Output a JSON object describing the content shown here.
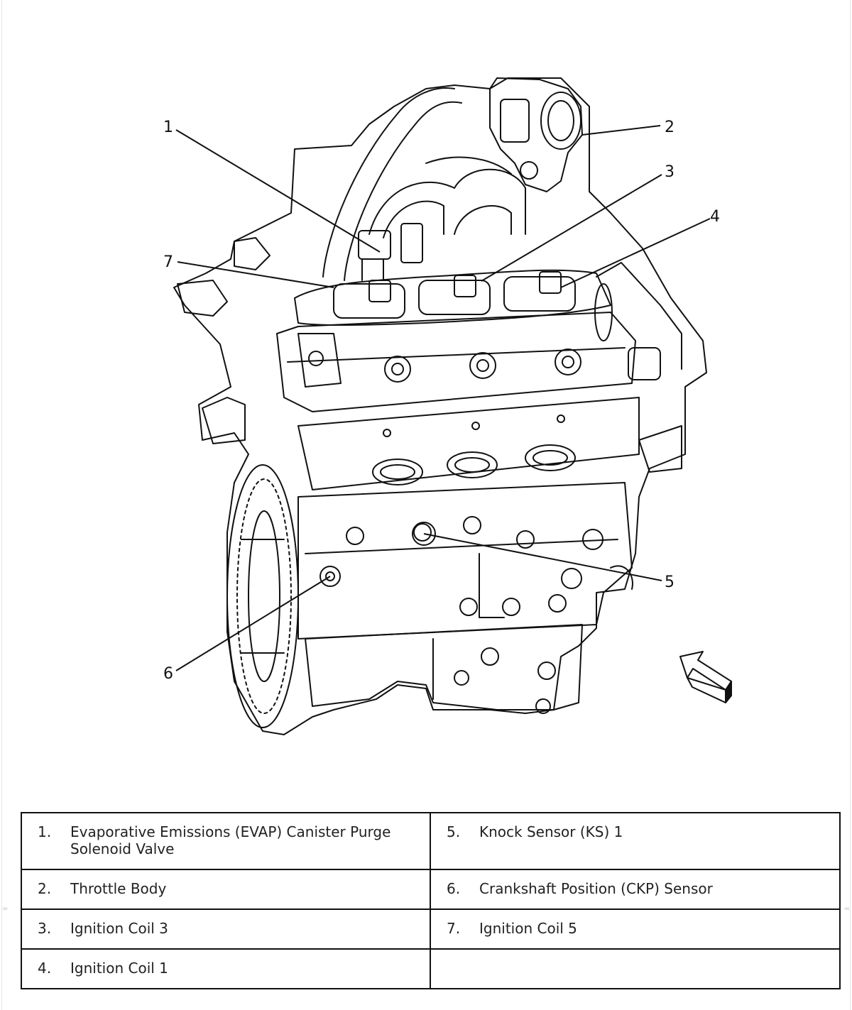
{
  "callouts": [
    {
      "num": "1"
    },
    {
      "num": "2"
    },
    {
      "num": "3"
    },
    {
      "num": "4"
    },
    {
      "num": "5"
    },
    {
      "num": "6"
    },
    {
      "num": "7"
    }
  ],
  "legend": {
    "rows": [
      [
        {
          "num": "1.",
          "text": "Evaporative Emissions (EVAP) Canister Purge Solenoid Valve"
        },
        {
          "num": "5.",
          "text": "Knock Sensor (KS) 1"
        }
      ],
      [
        {
          "num": "2.",
          "text": "Throttle Body"
        },
        {
          "num": "6.",
          "text": "Crankshaft Position (CKP) Sensor"
        }
      ],
      [
        {
          "num": "3.",
          "text": "Ignition Coil 3"
        },
        {
          "num": "7.",
          "text": "Ignition Coil 5"
        }
      ],
      [
        {
          "num": "4.",
          "text": "Ignition Coil 1"
        },
        {
          "num": "",
          "text": ""
        }
      ]
    ]
  },
  "colors": {
    "line": "#111111",
    "background": "#ffffff"
  },
  "icons": [
    "engine-illustration",
    "view-direction-arrow-icon"
  ]
}
